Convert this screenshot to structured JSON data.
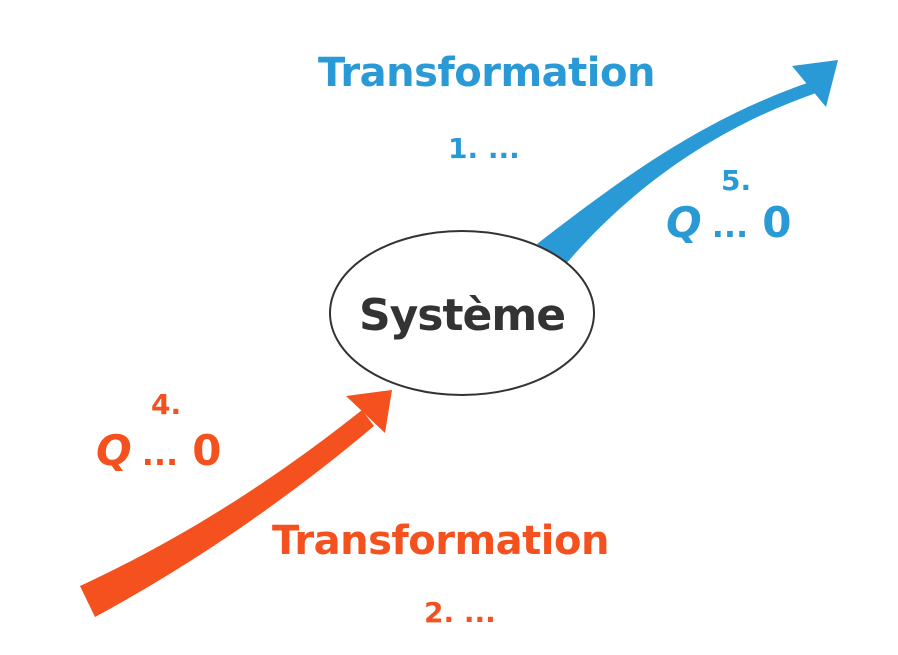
{
  "colors": {
    "out": "#2A9AD6",
    "in": "#F4511E",
    "ellipse_stroke": "#333333",
    "text": "#333333"
  },
  "system": {
    "label": "Système"
  },
  "outgoing": {
    "title": "Transformation",
    "step": "1. ...",
    "number": "5.",
    "q": "Q",
    "relation": "...",
    "zero": "0"
  },
  "incoming": {
    "title": "Transformation",
    "step": "2. ...",
    "number": "4.",
    "q": "Q",
    "relation": "...",
    "zero": "0"
  }
}
